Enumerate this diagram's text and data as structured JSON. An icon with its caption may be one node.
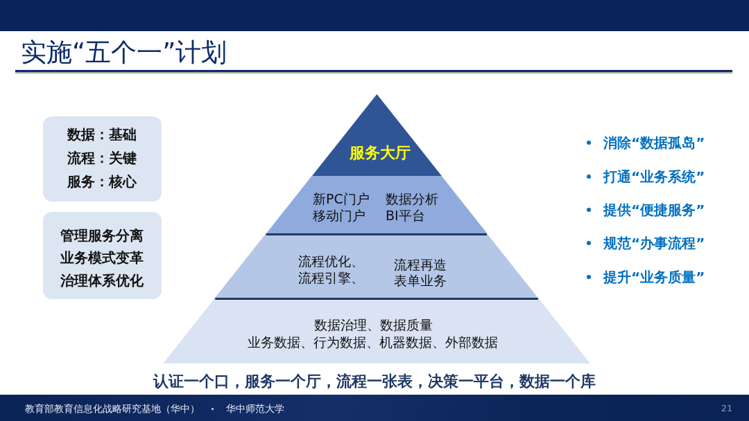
{
  "diagram": {
    "title": "实施“五个一”计划",
    "nodes": [
      {
        "text": [
          "数据：**基础**",
          "流程：**关键**",
          "服务：**核心**"
        ]
      },
      {
        "text": [
          "管理服务分离",
          "业务模式变革",
          "治理体系优化"
        ]
      },
      {
        "text": [
          "服务大厅"
        ]
      },
      {
        "text": [
          "新PC门户",
          "数据分析",
          "移动门户",
          "BI平台"
        ]
      },
      {
        "text": [
          "流程优化、",
          "流程再造",
          "流程引擎、",
          "表单业务"
        ]
      },
      {
        "text": [
          "数据治理、数据质量",
          "业务数据、行为数据、机器数据、外部数据"
        ]
      }
    ],
    "labels": [
      "消除“数据孤岛”",
      "打通“业务系统”",
      "提供“便捷服务”",
      "规范“办事流程”",
      "提升“业务质量”",
      "认证一个口，服务一个厅，流程一张表，决策一平台，数据一个库",
      "教育部教育信息化战略研究基地（华中）",
      "华中师范大学",
      "21"
    ]
  }
}
